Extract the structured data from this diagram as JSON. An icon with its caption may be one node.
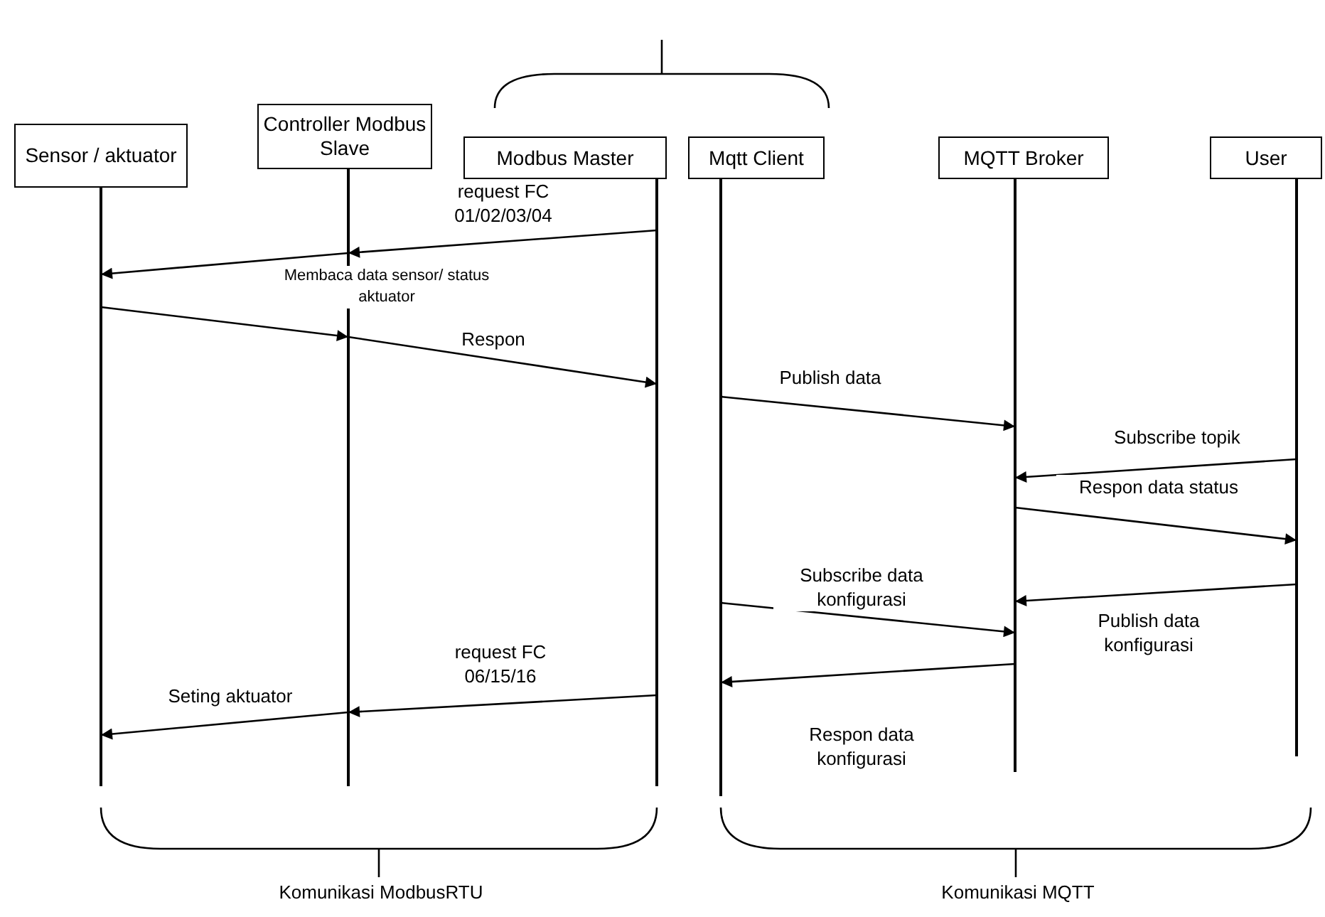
{
  "diagram": {
    "nodes": [
      {
        "text": [
          "Sensor / aktuator"
        ]
      },
      {
        "text": [
          "Controller Modbus Slave"
        ]
      },
      {
        "text": [
          "Modbus Master"
        ]
      },
      {
        "text": [
          "Mqtt Client"
        ]
      },
      {
        "text": [
          "MQTT Broker"
        ]
      },
      {
        "text": [
          "User"
        ]
      }
    ],
    "edges": [
      {
        "from": 2,
        "to": 1,
        "arrow": "to",
        "label": "request FC 01/02/03/04"
      },
      {
        "from": 1,
        "to": 0,
        "arrow": "to",
        "label": "Membaca data sensor/ status aktuator"
      },
      {
        "from": 0,
        "to": 1,
        "arrow": "to"
      },
      {
        "from": 1,
        "to": 2,
        "arrow": "to",
        "label": "Respon"
      },
      {
        "from": 3,
        "to": 4,
        "arrow": "to",
        "label": "Publish data"
      },
      {
        "from": 5,
        "to": 4,
        "arrow": "to",
        "label": "Subscribe topik"
      },
      {
        "from": 4,
        "to": 5,
        "arrow": "to",
        "label": "Respon data status"
      },
      {
        "from": 5,
        "to": 4,
        "arrow": "to",
        "label": "Publish data konfigurasi"
      },
      {
        "from": 3,
        "to": 4,
        "arrow": "to",
        "label": "Subscribe data konfigurasi"
      },
      {
        "from": 4,
        "to": 3,
        "arrow": "to",
        "label": "Respon data konfigurasi"
      },
      {
        "from": 2,
        "to": 1,
        "arrow": "to",
        "label": "request FC 06/15/16"
      },
      {
        "from": 1,
        "to": 0,
        "arrow": "to",
        "label": "Seting aktuator"
      }
    ],
    "labels": [
      "Komunikasi ModbusRTU",
      "Komunikasi MQTT"
    ]
  }
}
